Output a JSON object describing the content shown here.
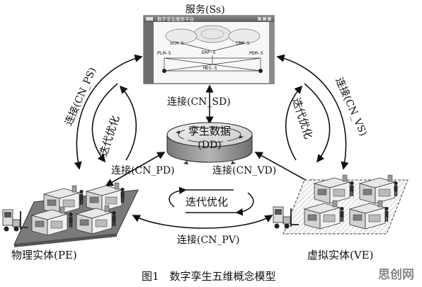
{
  "service": {
    "title": "服务(Ss)",
    "window_title_text": "数字孪生服务平台",
    "nodes": {
      "scm": "SCM-S",
      "crm": "CRM-S",
      "erp": "ERP-S",
      "plm": "PLM-S",
      "pdm": "PDM-S",
      "mes": "MES-S"
    }
  },
  "twin_data": {
    "line1": "孪生数据",
    "line2": "(DD)"
  },
  "physical_entity": {
    "label": "物理实体(PE)"
  },
  "virtual_entity": {
    "label": "虚拟实体(VE)"
  },
  "connections": {
    "cn_sd": "连接(CN_SD)",
    "cn_ps": "连接(CN_PS)",
    "cn_vs": "连接(CN_VS)",
    "cn_pd": "连接(CN_PD)",
    "cn_vd": "连接(CN_VD)",
    "cn_pv": "连接(CN_PV)"
  },
  "iteration": {
    "left": "迭代优化",
    "right": "迭代优化",
    "bottom": "迭代优化"
  },
  "figure_caption": "图1　数字孪生五维概念模型",
  "watermark": "思创网"
}
